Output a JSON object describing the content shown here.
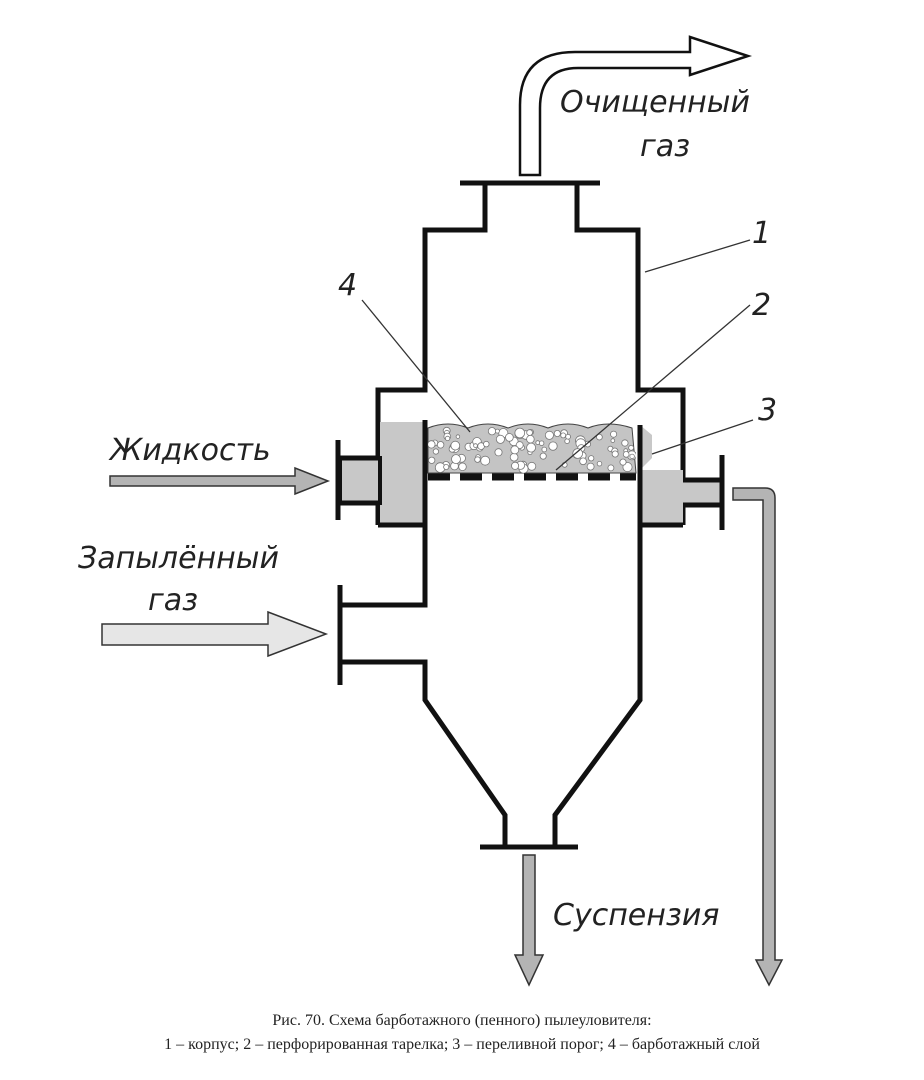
{
  "labels": {
    "clean_gas_line1": "Очищенный",
    "clean_gas_line2": "газ",
    "liquid": "Жидкость",
    "dusty_gas_line1": "Запылённый",
    "dusty_gas_line2": "газ",
    "suspension": "Суспензия"
  },
  "callouts": {
    "n1": "1",
    "n2": "2",
    "n3": "3",
    "n4": "4"
  },
  "caption": {
    "line1": "Рис. 70. Схема барботажного (пенного) пылеуловителя:",
    "line2": "1 – корпус; 2 – перфорированная тарелка; 3 – переливной порог; 4 – барботажный слой"
  },
  "colors": {
    "line": "#111111",
    "fill_gray": "#c8c8c8",
    "arrow_gray": "#b4b4b4",
    "arrow_light": "#e6e6e6",
    "foam": "#bdbdbd"
  }
}
